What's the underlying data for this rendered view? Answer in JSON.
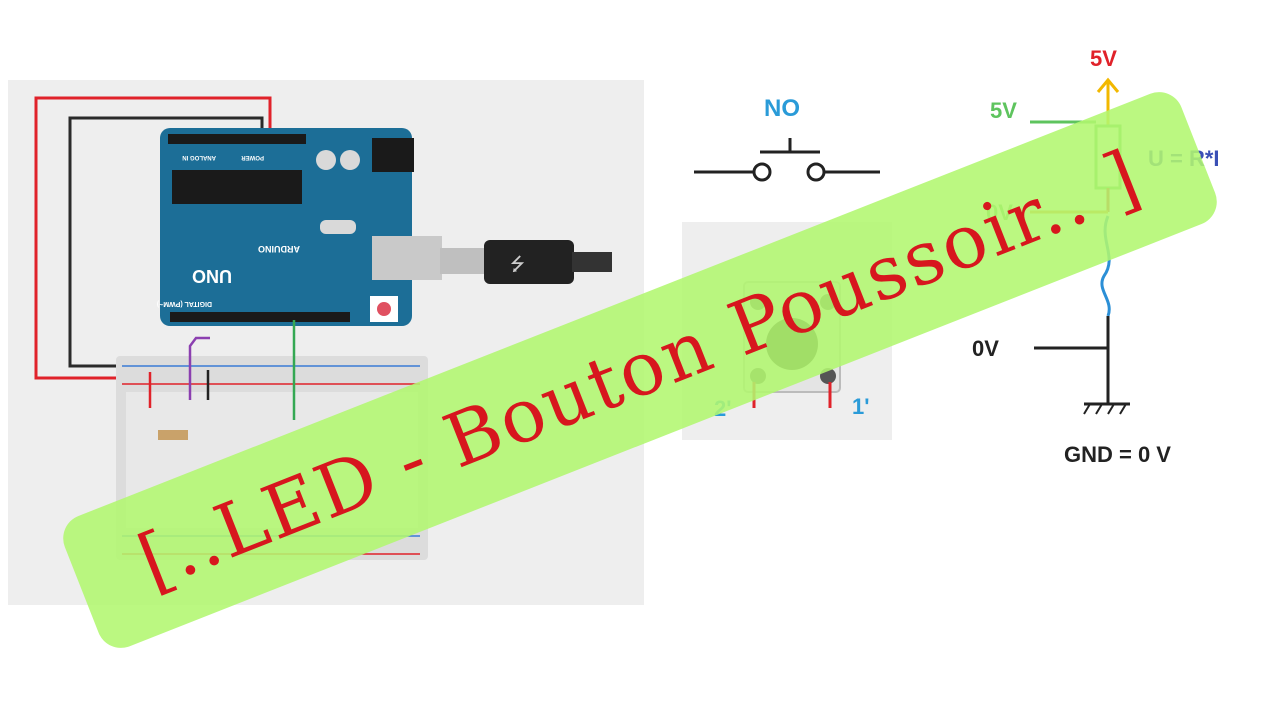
{
  "banner": {
    "title": "[..LED - Bouton Poussoir.. ]"
  },
  "arduino": {
    "uno_label": "UNO",
    "brand_label": "ARDUINO",
    "analog_label": "ANALOG IN",
    "power_label": "POWER",
    "digital_label": "DIGITAL (PWM~)"
  },
  "switch_symbol": {
    "label": "NO"
  },
  "pushbutton": {
    "pin_left": "2'",
    "pin_right": "1'"
  },
  "schematic": {
    "top_5v": "5V",
    "side_5v": "5V",
    "side_0v": "0V",
    "formula": "U = R*I",
    "zero_v": "0V",
    "gnd": "GND = 0 V"
  },
  "colors": {
    "banner_bg": "#b2f770",
    "banner_text": "#d7161e",
    "board": "#1c6e97",
    "wire_red": "#e0222a",
    "wire_blue": "#2b8fd6",
    "label_blue": "#2a9bd8",
    "label_red": "#e0222a"
  }
}
